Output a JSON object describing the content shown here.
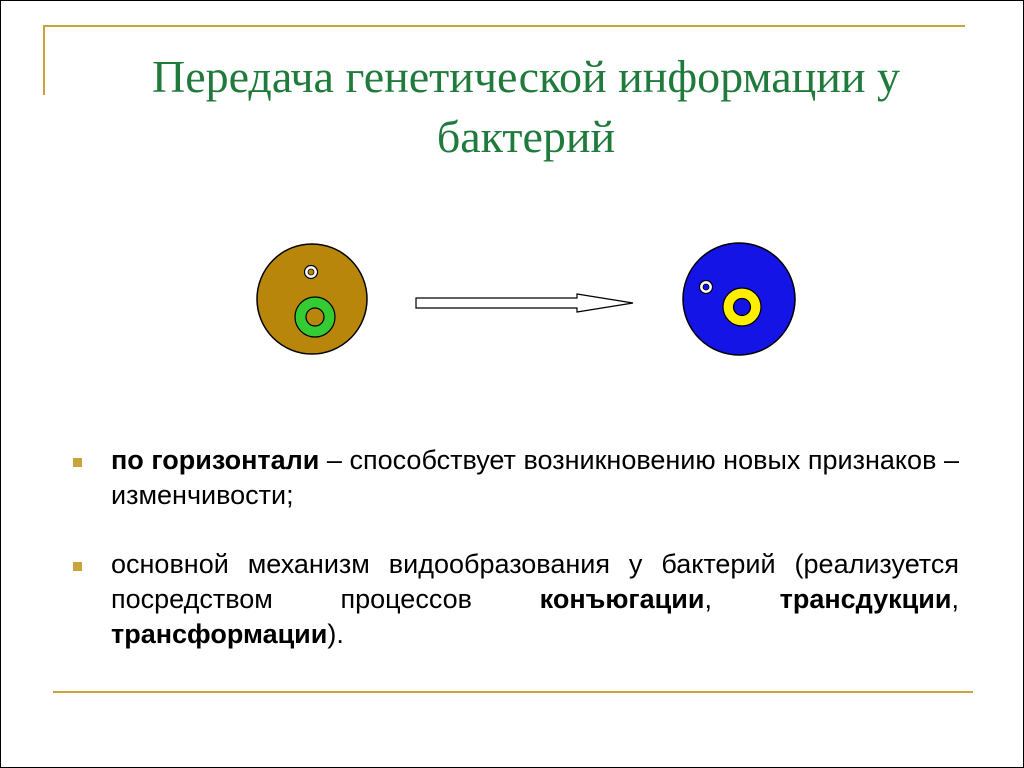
{
  "title": {
    "line1": "Передача генетической информации у",
    "line2": "бактерий"
  },
  "colors": {
    "accent": "#c9a43c",
    "title": "#1f7a3c",
    "cell_left": "#b8860b",
    "cell_right": "#1414e6",
    "ring_left": "#33cc33",
    "ring_right": "#ffee00"
  },
  "bullets": [
    {
      "bold_lead": "по горизонтали",
      "text": " – способствует возникновению новых признаков – изменчивости;"
    },
    {
      "text_a": "основной механизм видообразования у бактерий (реализуется посредством процессов ",
      "bold_a": "конъюгации",
      "text_b": ", ",
      "bold_b": "трансдукции",
      "text_c": ", ",
      "bold_c": "трансформации",
      "text_d": ")."
    }
  ]
}
